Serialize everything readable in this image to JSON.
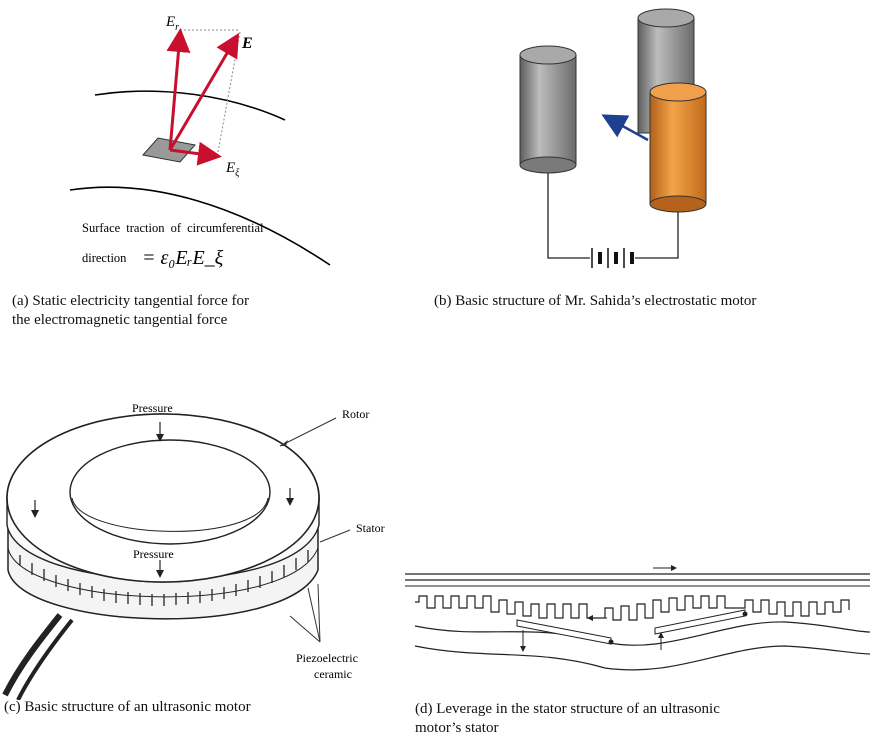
{
  "panel_a": {
    "vec_er": "E",
    "vec_er_sub": "r",
    "vec_e": "E",
    "vec_exi": "E",
    "vec_exi_sub": "ξ",
    "traction_line1": "Surface traction of circumferential",
    "traction_line2": "direction",
    "formula": "= ε₀EᵣE_ξ",
    "caption_line1": "(a) Static electricity tangential force for",
    "caption_line2": "the electromagnetic tangential force"
  },
  "panel_b": {
    "caption": "(b) Basic structure of Mr. Sahida’s electrostatic motor",
    "colors": {
      "gray_cylinder": "#8a8a8a",
      "orange_cylinder": "#e08a2e",
      "arrow": "#1f3f8f"
    }
  },
  "panel_c": {
    "label_pressure_top": "Pressure",
    "label_rotor": "Rotor",
    "label_stator": "Stator",
    "label_pressure_mid": "Pressure",
    "label_piezo1": "Piezoelectric",
    "label_piezo2": "ceramic",
    "caption": "(c) Basic structure of an ultrasonic motor"
  },
  "panel_d": {
    "caption_line1": "(d) Leverage in the stator structure of an ultrasonic",
    "caption_line2": "motor’s stator"
  },
  "colors": {
    "vector_red": "#c8102e"
  }
}
